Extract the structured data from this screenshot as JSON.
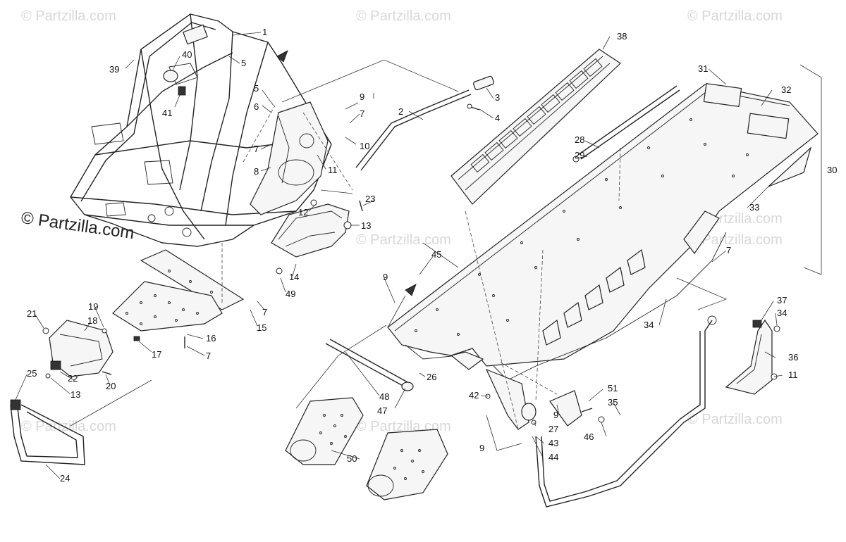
{
  "watermarks": {
    "top_left": "© Partzilla.com",
    "top_center": "© Partzilla.com",
    "top_right": "© Partzilla.com",
    "mid_left": "© Partzilla.com",
    "mid_right_1": "© Partzilla.com",
    "mid_right_2": "© Partzilla.com",
    "center_1": "© Partzilla.com",
    "center_2": "© Partzilla.com",
    "bottom_left": "© Partzilla.com",
    "bottom_center": "© Partzilla.com",
    "bottom_right": "© Partzilla.com",
    "strong": "© Partzilla.com"
  },
  "callouts": {
    "c1": "1",
    "c2": "2",
    "c3": "3",
    "c4": "4",
    "c5a": "5",
    "c5b": "5",
    "c6": "6",
    "c7a": "7",
    "c7b": "7",
    "c7c": "7",
    "c7d": "7",
    "c7e": "7",
    "c8": "8",
    "c9a": "9",
    "c9b": "9",
    "c9c": "9",
    "c9d": "9",
    "c10": "10",
    "c11a": "11",
    "c11b": "11",
    "c12": "12",
    "c13a": "13",
    "c13b": "13",
    "c14": "14",
    "c15": "15",
    "c16": "16",
    "c17": "17",
    "c18": "18",
    "c19": "19",
    "c20": "20",
    "c21": "21",
    "c22": "22",
    "c23": "23",
    "c24": "24",
    "c25": "25",
    "c26": "26",
    "c27": "27",
    "c28": "28",
    "c29": "29",
    "c30": "30",
    "c31": "31",
    "c32": "32",
    "c33": "33",
    "c34a": "34",
    "c34b": "34",
    "c35": "35",
    "c36": "36",
    "c37": "37",
    "c38": "38",
    "c39": "39",
    "c40": "40",
    "c41": "41",
    "c42": "42",
    "c43": "43",
    "c44": "44",
    "c45": "45",
    "c46": "46",
    "c47": "47",
    "c48": "48",
    "c49": "49",
    "c50": "50",
    "c51": "51"
  }
}
